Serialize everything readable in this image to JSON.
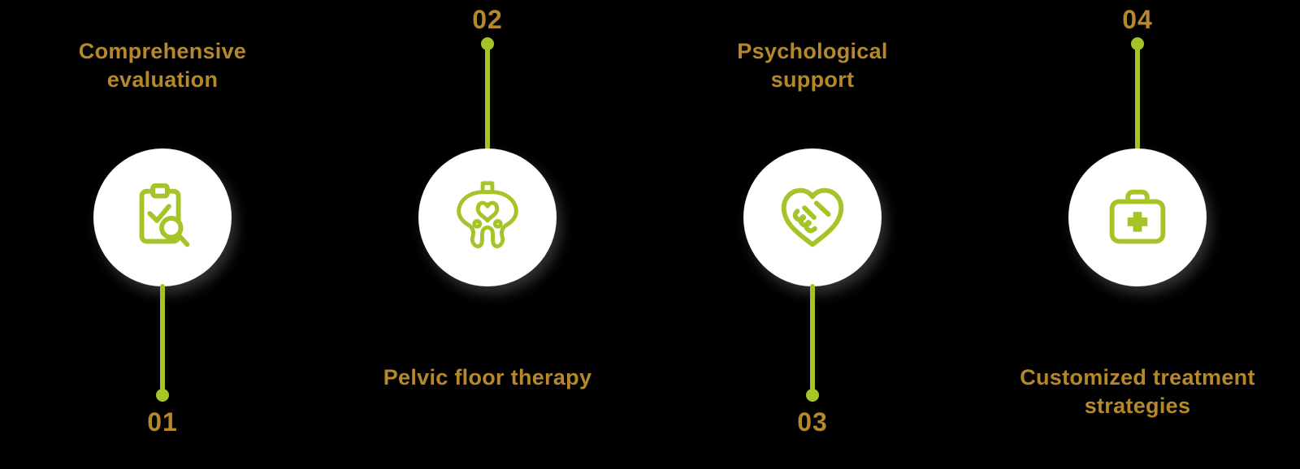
{
  "theme": {
    "background": "#000000",
    "accent_green": "#a4c428",
    "accent_gold": "#b5882b",
    "circle_fill": "#ffffff"
  },
  "steps": [
    {
      "number": "01",
      "label": "Comprehensive evaluation",
      "icon": "clipboard-check-magnifier-icon",
      "label_position": "top",
      "number_position": "bottom"
    },
    {
      "number": "02",
      "label": "Pelvic floor therapy",
      "icon": "pelvis-icon",
      "label_position": "bottom",
      "number_position": "top"
    },
    {
      "number": "03",
      "label": "Psychological support",
      "icon": "handshake-heart-icon",
      "label_position": "top",
      "number_position": "bottom"
    },
    {
      "number": "04",
      "label": "Customized treatment strategies",
      "icon": "first-aid-kit-icon",
      "label_position": "bottom",
      "number_position": "top"
    }
  ]
}
